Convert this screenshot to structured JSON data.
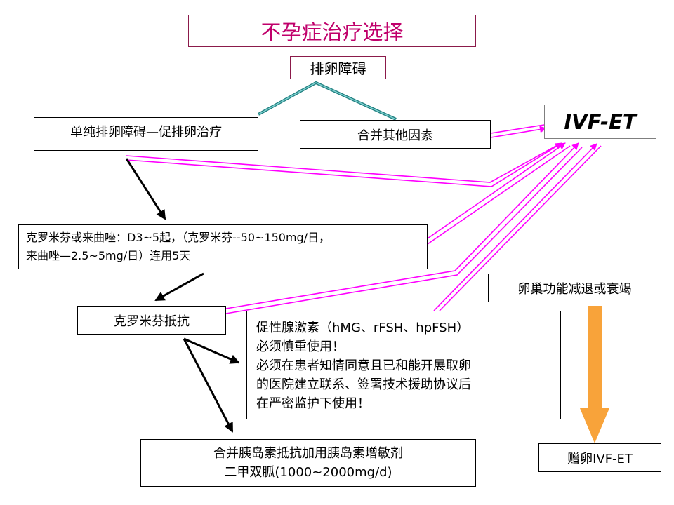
{
  "title": "不孕症治疗选择",
  "ovulation_disorder": "排卵障碍",
  "simple_disorder": "单纯排卵障碍—促排卵治疗",
  "other_factors": "合并其他因素",
  "ivf_et": "IVF-ET",
  "clomiphene": {
    "line1": "克罗米芬或来曲唑：D3~5起，（克罗米芬--50~150mg/日，",
    "line2": "来曲唑—2.5~5mg/日）连用5天"
  },
  "clomiphene_resistance": "克罗米芬抵抗",
  "gonadotropin": {
    "line1": "促性腺激素（hMG、rFSH、hpFSH）",
    "line2": "必须慎重使用！",
    "line3": "必须在患者知情同意且已和能开展取卵",
    "line4": "的医院建立联系、签署技术援助协议后",
    "line5": "在严密监护下使用！"
  },
  "ovarian_failure": "卵巢功能减退或衰竭",
  "insulin": {
    "line1": "合并胰岛素抵抗加用胰岛素增敏剂",
    "line2": "二甲双胍(1000~2000mg/d)"
  },
  "donor_ivf": "赠卵IVF-ET",
  "colors": {
    "title_text": "#c0006b",
    "magenta_arrow": "#ff00ff",
    "teal_branch": "#2f9e9e",
    "orange_arrow": "#f8a33a",
    "ivf_border": "#7f7f7f"
  }
}
